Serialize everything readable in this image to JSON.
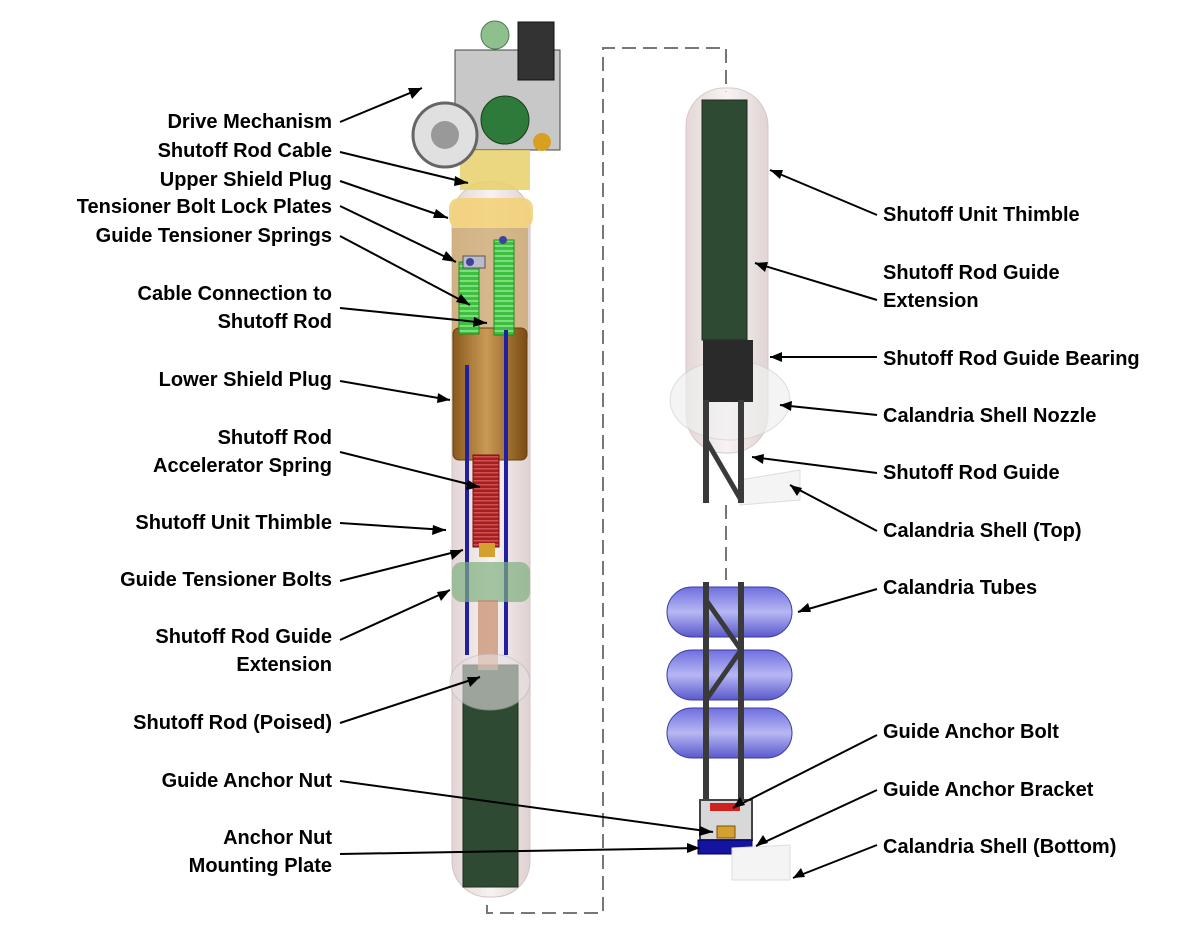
{
  "left_labels": [
    {
      "id": "drive-mechanism",
      "lines": [
        "Drive Mechanism"
      ]
    },
    {
      "id": "shutoff-rod-cable",
      "lines": [
        "Shutoff Rod Cable"
      ]
    },
    {
      "id": "upper-shield-plug",
      "lines": [
        "Upper Shield Plug"
      ]
    },
    {
      "id": "tensioner-bolt-lock-plates",
      "lines": [
        "Tensioner Bolt Lock Plates"
      ]
    },
    {
      "id": "guide-tensioner-springs",
      "lines": [
        "Guide Tensioner Springs"
      ]
    },
    {
      "id": "cable-connection",
      "lines": [
        "Cable Connection to",
        "Shutoff Rod"
      ]
    },
    {
      "id": "lower-shield-plug",
      "lines": [
        "Lower Shield Plug"
      ]
    },
    {
      "id": "accelerator-spring",
      "lines": [
        "Shutoff Rod",
        "Accelerator Spring"
      ]
    },
    {
      "id": "shutoff-unit-thimble-left",
      "lines": [
        "Shutoff Unit Thimble"
      ]
    },
    {
      "id": "guide-tensioner-bolts",
      "lines": [
        "Guide Tensioner Bolts"
      ]
    },
    {
      "id": "guide-extension-left",
      "lines": [
        "Shutoff Rod Guide",
        "Extension"
      ]
    },
    {
      "id": "shutoff-rod-poised",
      "lines": [
        "Shutoff Rod (Poised)"
      ]
    },
    {
      "id": "guide-anchor-nut",
      "lines": [
        "Guide Anchor Nut"
      ]
    },
    {
      "id": "anchor-nut-mounting-plate",
      "lines": [
        "Anchor Nut",
        "Mounting Plate"
      ]
    }
  ],
  "right_labels": [
    {
      "id": "shutoff-unit-thimble-right",
      "lines": [
        "Shutoff Unit Thimble"
      ]
    },
    {
      "id": "guide-extension-right",
      "lines": [
        "Shutoff Rod Guide",
        "Extension"
      ]
    },
    {
      "id": "guide-bearing",
      "lines": [
        "Shutoff Rod Guide Bearing"
      ]
    },
    {
      "id": "calandria-shell-nozzle",
      "lines": [
        "Calandria Shell Nozzle"
      ]
    },
    {
      "id": "shutoff-rod-guide",
      "lines": [
        "Shutoff Rod Guide"
      ]
    },
    {
      "id": "calandria-shell-top",
      "lines": [
        "Calandria Shell (Top)"
      ]
    },
    {
      "id": "calandria-tubes",
      "lines": [
        "Calandria Tubes"
      ]
    },
    {
      "id": "guide-anchor-bolt",
      "lines": [
        "Guide Anchor Bolt"
      ]
    },
    {
      "id": "guide-anchor-bracket",
      "lines": [
        "Guide Anchor Bracket"
      ]
    },
    {
      "id": "calandria-shell-bottom",
      "lines": [
        "Calandria Shell (Bottom)"
      ]
    }
  ]
}
